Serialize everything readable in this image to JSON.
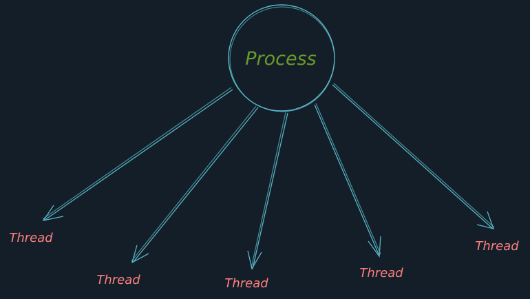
{
  "diagram": {
    "root": {
      "label": "Process",
      "color": "#6b9a2c",
      "stroke": "#5ab6c6"
    },
    "children": [
      {
        "label": "Thread",
        "color": "#ff8080"
      },
      {
        "label": "Thread",
        "color": "#ff8080"
      },
      {
        "label": "Thread",
        "color": "#ff8080"
      },
      {
        "label": "Thread",
        "color": "#ff8080"
      },
      {
        "label": "Thread",
        "color": "#ff8080"
      }
    ],
    "colors": {
      "background": "#131e28",
      "arrow": "#5ab6c6"
    }
  }
}
